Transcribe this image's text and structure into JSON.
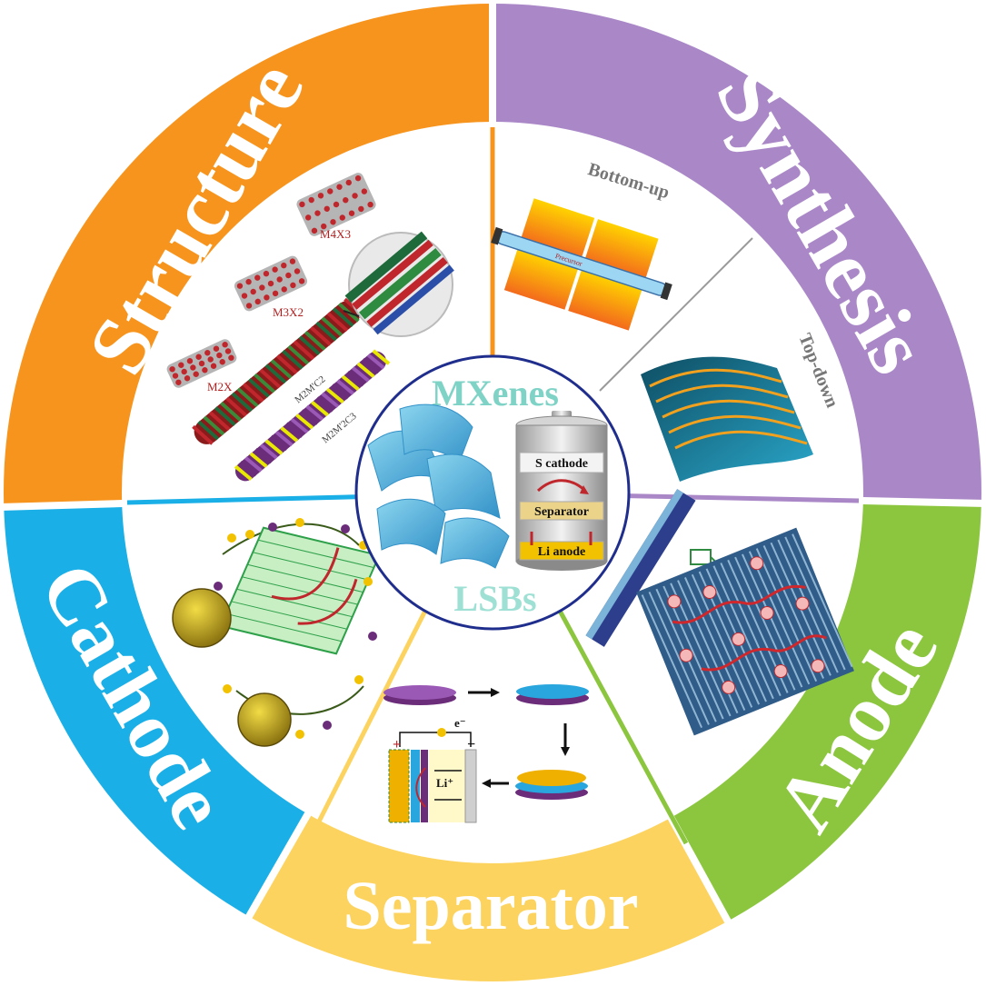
{
  "center": {
    "top_label": "MXenes",
    "bottom_label": "LSBs",
    "battery_labels": {
      "cathode": "S cathode",
      "separator": "Separator",
      "anode": "Li anode"
    }
  },
  "segments": {
    "structure": {
      "title": "Structure",
      "color": "#F7941D",
      "formula_labels": [
        "M4X3",
        "M3X2",
        "M2X",
        "M2M'C2",
        "M2M'2C3"
      ]
    },
    "synthesis": {
      "title": "Synthesis",
      "color": "#AA88C7",
      "sublabels": {
        "bottom_up": "Bottom-up",
        "top_down": "Top-down"
      },
      "inset_label": "Precursor"
    },
    "anode": {
      "title": "Anode",
      "color": "#8CC63F"
    },
    "separator": {
      "title": "Separator",
      "color": "#FDD35F",
      "cell_labels": {
        "electron": "e⁻",
        "ion": "Li⁺",
        "plus": "+",
        "minus": "−"
      }
    },
    "cathode": {
      "title": "Cathode",
      "color": "#1AAFE6"
    }
  },
  "colors": {
    "ring_white": "#ffffff",
    "center_ring": "#1F2E8C",
    "mxenes_text": "#7FD3C6",
    "lsbs_text": "#9FE0D5"
  }
}
